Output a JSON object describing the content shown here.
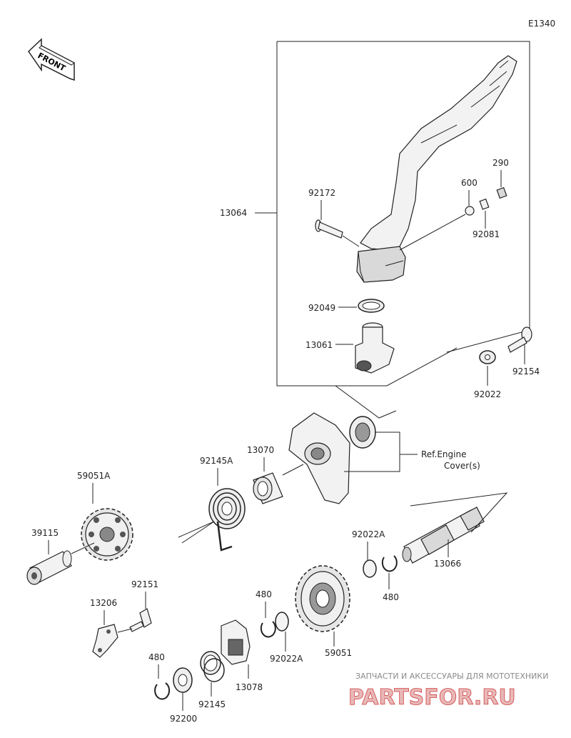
{
  "diagram": {
    "code": "E1340",
    "front_label": "FRONT",
    "parts": {
      "p13064": "13064",
      "p92172": "92172",
      "p600": "600",
      "p290": "290",
      "p92081": "92081",
      "p92049": "92049",
      "p13061": "13061",
      "p92022": "92022",
      "p92154": "92154",
      "p13070": "13070",
      "p92145A": "92145A",
      "p59051A": "59051A",
      "p39115": "39115",
      "p92151": "92151",
      "p13206": "13206",
      "p480a": "480",
      "p480b": "480",
      "p480c": "480",
      "p92200": "92200",
      "p92145": "92145",
      "p13078": "13078",
      "p92022A_a": "92022A",
      "p92022A_b": "92022A",
      "p59051": "59051",
      "p13066": "13066"
    },
    "ref_line1": "Ref.Engine",
    "ref_line2": "Cover(s)"
  },
  "watermark": {
    "tagline": "ЗАПЧАСТИ И АКСЕССУАРЫ ДЛЯ МОТОТЕХНИКИ",
    "logo": "PARTSFOR.RU"
  }
}
